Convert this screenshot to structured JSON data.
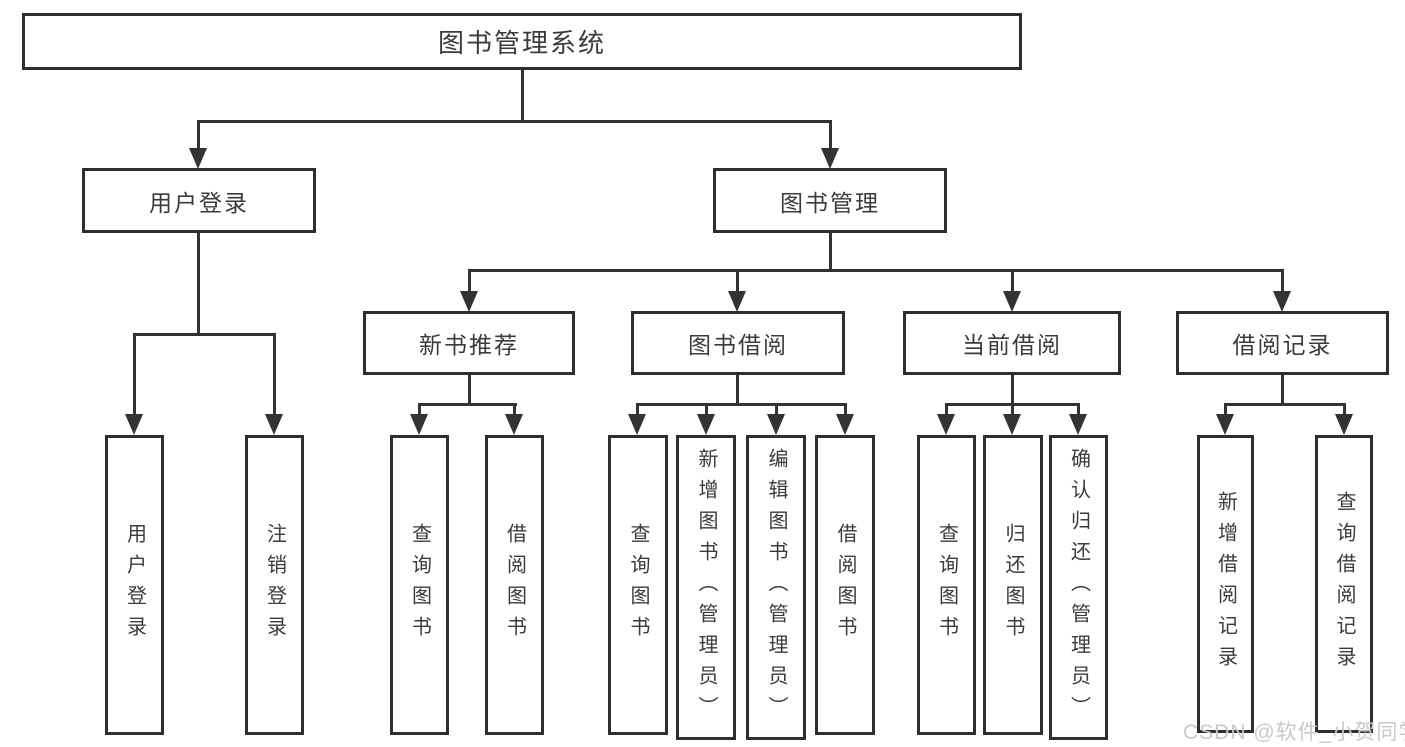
{
  "hierarchy": {
    "label": "图书管理系统",
    "children": [
      {
        "label": "用户登录",
        "children": [
          {
            "label": "用户登录"
          },
          {
            "label": "注销登录"
          }
        ]
      },
      {
        "label": "图书管理",
        "children": [
          {
            "label": "新书推荐",
            "children": [
              {
                "label": "查询图书"
              },
              {
                "label": "借阅图书"
              }
            ]
          },
          {
            "label": "图书借阅",
            "children": [
              {
                "label": "查询图书"
              },
              {
                "label": "新增图书（管理员）"
              },
              {
                "label": "编辑图书（管理员）"
              },
              {
                "label": "借阅图书"
              }
            ]
          },
          {
            "label": "当前借阅",
            "children": [
              {
                "label": "查询图书"
              },
              {
                "label": "归还图书"
              },
              {
                "label": "确认归还（管理员）"
              }
            ]
          },
          {
            "label": "借阅记录",
            "children": [
              {
                "label": "新增借阅记录"
              },
              {
                "label": "查询借阅记录"
              }
            ]
          }
        ]
      }
    ]
  },
  "watermark": "CSDN @软件_小贺同学",
  "colors": {
    "line": "#333333",
    "border": "#2e2e2e",
    "text": "#3b3b3b",
    "watermark_text": "#c9c9c9",
    "background": "#ffffff"
  },
  "diagram_type": "hierarchy-tree"
}
